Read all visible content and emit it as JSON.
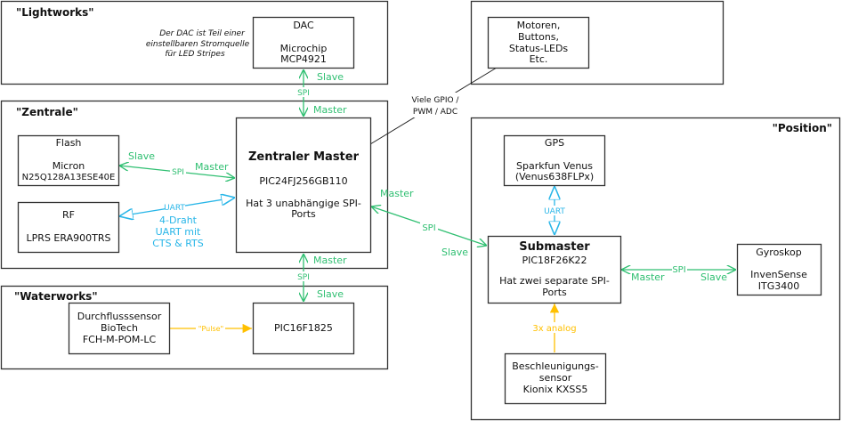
{
  "groups": {
    "lightworks": "\"Lightworks\"",
    "zentrale": "\"Zentrale\"",
    "waterworks": "\"Waterworks\"",
    "position": "\"Position\""
  },
  "note": [
    "Der DAC ist Teil einer",
    "einstellbaren Stromquelle",
    "für LED Stripes"
  ],
  "boxes": {
    "dac": [
      "DAC",
      "Microchip",
      "MCP4921"
    ],
    "peripherals": [
      "Motoren,",
      "Buttons,",
      "Status-LEDs",
      "Etc."
    ],
    "flash": [
      "Flash",
      "Micron",
      "N25Q128A13ESE40E"
    ],
    "rf": [
      "RF",
      "LPRS ERA900TRS"
    ],
    "master": {
      "title": "Zentraler Master",
      "chip": "PIC24FJ256GB110",
      "note": [
        "Hat 3 unabhängige SPI-",
        "Ports"
      ]
    },
    "flow": [
      "Durchflusssensor",
      "BioTech",
      "FCH-M-POM-LC"
    ],
    "pic16": "PIC16F1825",
    "gps": [
      "GPS",
      "Sparkfun Venus",
      "(Venus638FLPx)"
    ],
    "submaster": {
      "title": "Submaster",
      "chip": "PIC18F26K22",
      "note": [
        "Hat zwei separate SPI-",
        "Ports"
      ]
    },
    "gyro": [
      "Gyroskop",
      "InvenSense",
      "ITG3400"
    ],
    "accel": [
      "Beschleunigungs-",
      "sensor",
      "Kionix KXSS5"
    ]
  },
  "links": {
    "spi": "SPI",
    "uart": "UART",
    "master": "Master",
    "slave": "Slave",
    "uart_note": [
      "4-Draht",
      "UART mit",
      "CTS & RTS"
    ],
    "gpio": [
      "Viele GPIO /",
      "PWM / ADC"
    ],
    "pulse": "\"Pulse\"",
    "analog": "3x analog"
  },
  "colors": {
    "spi": "#2fbf71",
    "uart": "#29b6e8",
    "analog": "#ffc000"
  }
}
